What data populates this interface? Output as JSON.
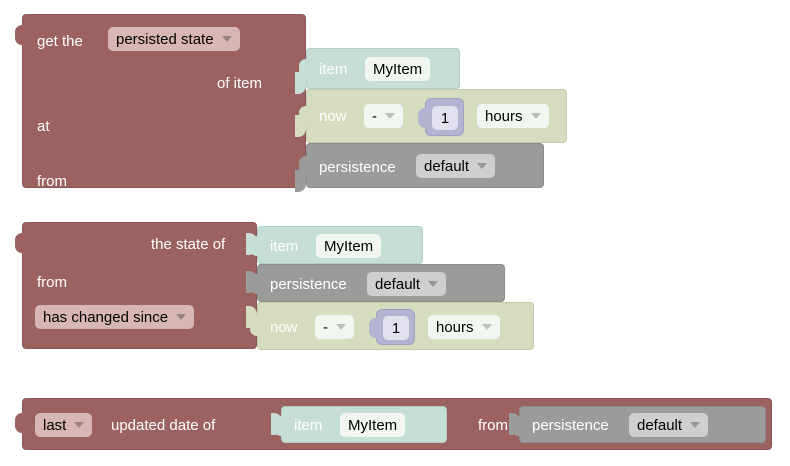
{
  "app": {
    "kind": "blockly-visual-editor",
    "canvas_background": "#ffffff"
  },
  "palette": {
    "maroon": "#9c6262",
    "teal": "#c6ded5",
    "olive": "#d5ddbe",
    "gray": "#9b9b9b",
    "lavender": "#b3b3d2",
    "rose_field": "#d8b6b6",
    "pale_field": "#f1f6f0",
    "light_gray_field": "#cfcfcf",
    "number_field": "#e2e2ef"
  },
  "blocks": [
    {
      "id": "persisted-state",
      "labels": {
        "get_the": "get the",
        "of_item": "of item",
        "at": "at",
        "from": "from"
      },
      "dropdowns": {
        "state_kind": "persisted state"
      },
      "children": {
        "item": {
          "label": "item",
          "value": "MyItem"
        },
        "datetime": {
          "label": "now",
          "operator": "-",
          "amount": "1",
          "unit": "hours"
        },
        "persistence": {
          "label": "persistence",
          "value": "default"
        }
      }
    },
    {
      "id": "state-changed-since",
      "labels": {
        "the_state_of": "the state of",
        "from": "from"
      },
      "dropdowns": {
        "condition": "has changed since"
      },
      "children": {
        "item": {
          "label": "item",
          "value": "MyItem"
        },
        "persistence": {
          "label": "persistence",
          "value": "default"
        },
        "datetime": {
          "label": "now",
          "operator": "-",
          "amount": "1",
          "unit": "hours"
        }
      }
    },
    {
      "id": "last-updated-date",
      "labels": {
        "updated_date_of": "updated date of",
        "from": "from"
      },
      "dropdowns": {
        "which": "last"
      },
      "children": {
        "item": {
          "label": "item",
          "value": "MyItem"
        },
        "persistence": {
          "label": "persistence",
          "value": "default"
        }
      }
    }
  ]
}
